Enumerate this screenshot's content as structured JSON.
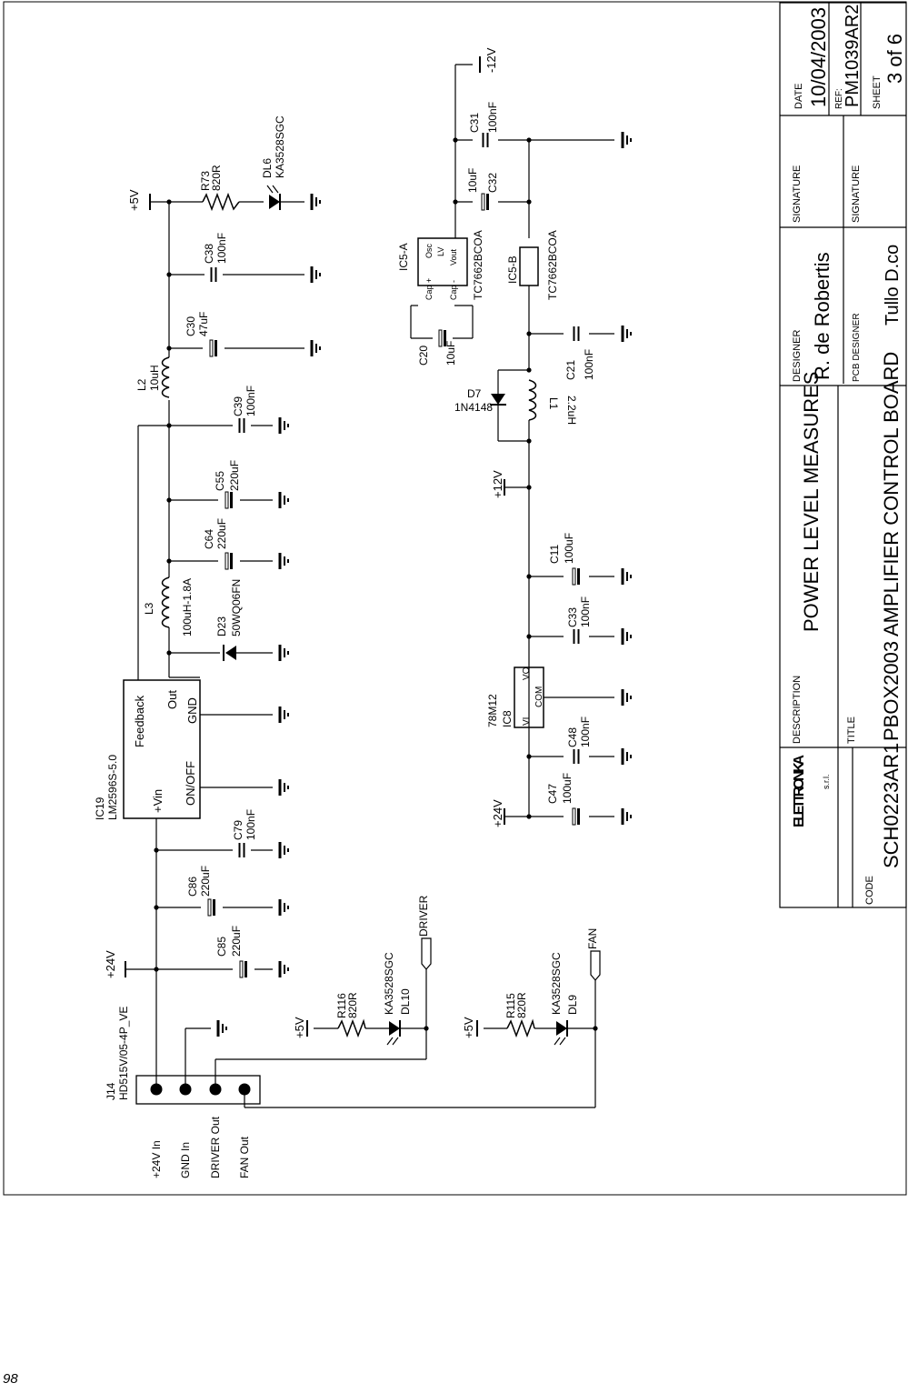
{
  "title_block": {
    "date_label": "DATE",
    "date": "10/04/2003",
    "ref_label": "REF:",
    "ref": "PM1039AR2",
    "sheet_label": "SHEET",
    "sheet": "3 of 6",
    "signature_label": "SIGNATURE",
    "designer_label": "DESIGNER",
    "designer": "R. de Robertis",
    "pcb_designer_label": "PCB DESIGNER",
    "pcb_designer": "Tullo D.co",
    "description_label": "DESCRIPTION",
    "description": "POWER LEVEL MEASURES",
    "title_label": "TITLE",
    "title": "PBOX2003 AMPLIFIER CONTROL BOARD",
    "code_label": "CODE",
    "code": "SCH0223AR1",
    "company": "ELETTRONIKA",
    "company_suffix": "s.r.l."
  },
  "components": {
    "c31": "C31",
    "c31_val": "100nF",
    "c32": "C32",
    "c32_val": "10uF",
    "ic5a": "IC5-A",
    "ic5a_part": "TC7662BCOA",
    "ic5b": "IC5-B",
    "ic5b_part": "TC7662BCOA",
    "c20": "C20",
    "c20_val": "10uF",
    "c21": "C21",
    "c21_val": "100nF",
    "d7": "D7",
    "d7_part": "1N4148",
    "l1": "L1",
    "l1_val": "2.2uH",
    "c11": "C11",
    "c11_val": "100uF",
    "c33": "C33",
    "c33_val": "100nF",
    "ic8": "IC8",
    "ic8_part": "78M12",
    "c48": "C48",
    "c48_val": "100nF",
    "c47": "C47",
    "c47_val": "100uF",
    "r73": "R73",
    "r73_val": "820R",
    "dl6": "DL6",
    "dl6_part": "KA3528SGC",
    "c38": "C38",
    "c38_val": "100nF",
    "c30": "C30",
    "c30_val": "47uF",
    "l2": "L2",
    "l2_val": "10uH",
    "c39": "C39",
    "c39_val": "100nF",
    "c55": "C55",
    "c55_val": "220uF",
    "c64": "C64",
    "c64_val": "220uF",
    "l3": "L3",
    "l3_val": "100uH-1.8A",
    "d23": "D23",
    "d23_part": "50WQ06FN",
    "ic19": "IC19",
    "ic19_part": "LM2596S-5.0",
    "c79": "C79",
    "c79_val": "100nF",
    "c86": "C86",
    "c86_val": "220uF",
    "c85": "C85",
    "c85_val": "220uF",
    "r116": "R116",
    "r116_val": "820R",
    "dl10": "DL10",
    "dl10_part": "KA3528SGC",
    "r115": "R115",
    "r115_val": "820R",
    "dl9": "DL9",
    "dl9_part": "KA3528SGC",
    "j14": "J14",
    "j14_part": "HD515V/05-4P_VE"
  },
  "pins": {
    "feedback": "Feedback",
    "out": "Out",
    "gnd": "GND",
    "on_off": "ON/OFF",
    "vin": "+Vin",
    "cap_plus": "Cap +",
    "cap_minus": "Cap -",
    "osc": "Osc",
    "lv": "LV",
    "vout": "Vout",
    "vi": "VI",
    "com": "COM",
    "vo": "VO"
  },
  "nets": {
    "p5v": "+5V",
    "p24v": "+24V",
    "p12v": "+12V",
    "m12v": "-12V",
    "driver": "DRIVER",
    "fan": "FAN"
  },
  "connector_pins": [
    "+24V In",
    "GND In",
    "DRIVER Out",
    "FAN Out"
  ],
  "page_number": "98"
}
